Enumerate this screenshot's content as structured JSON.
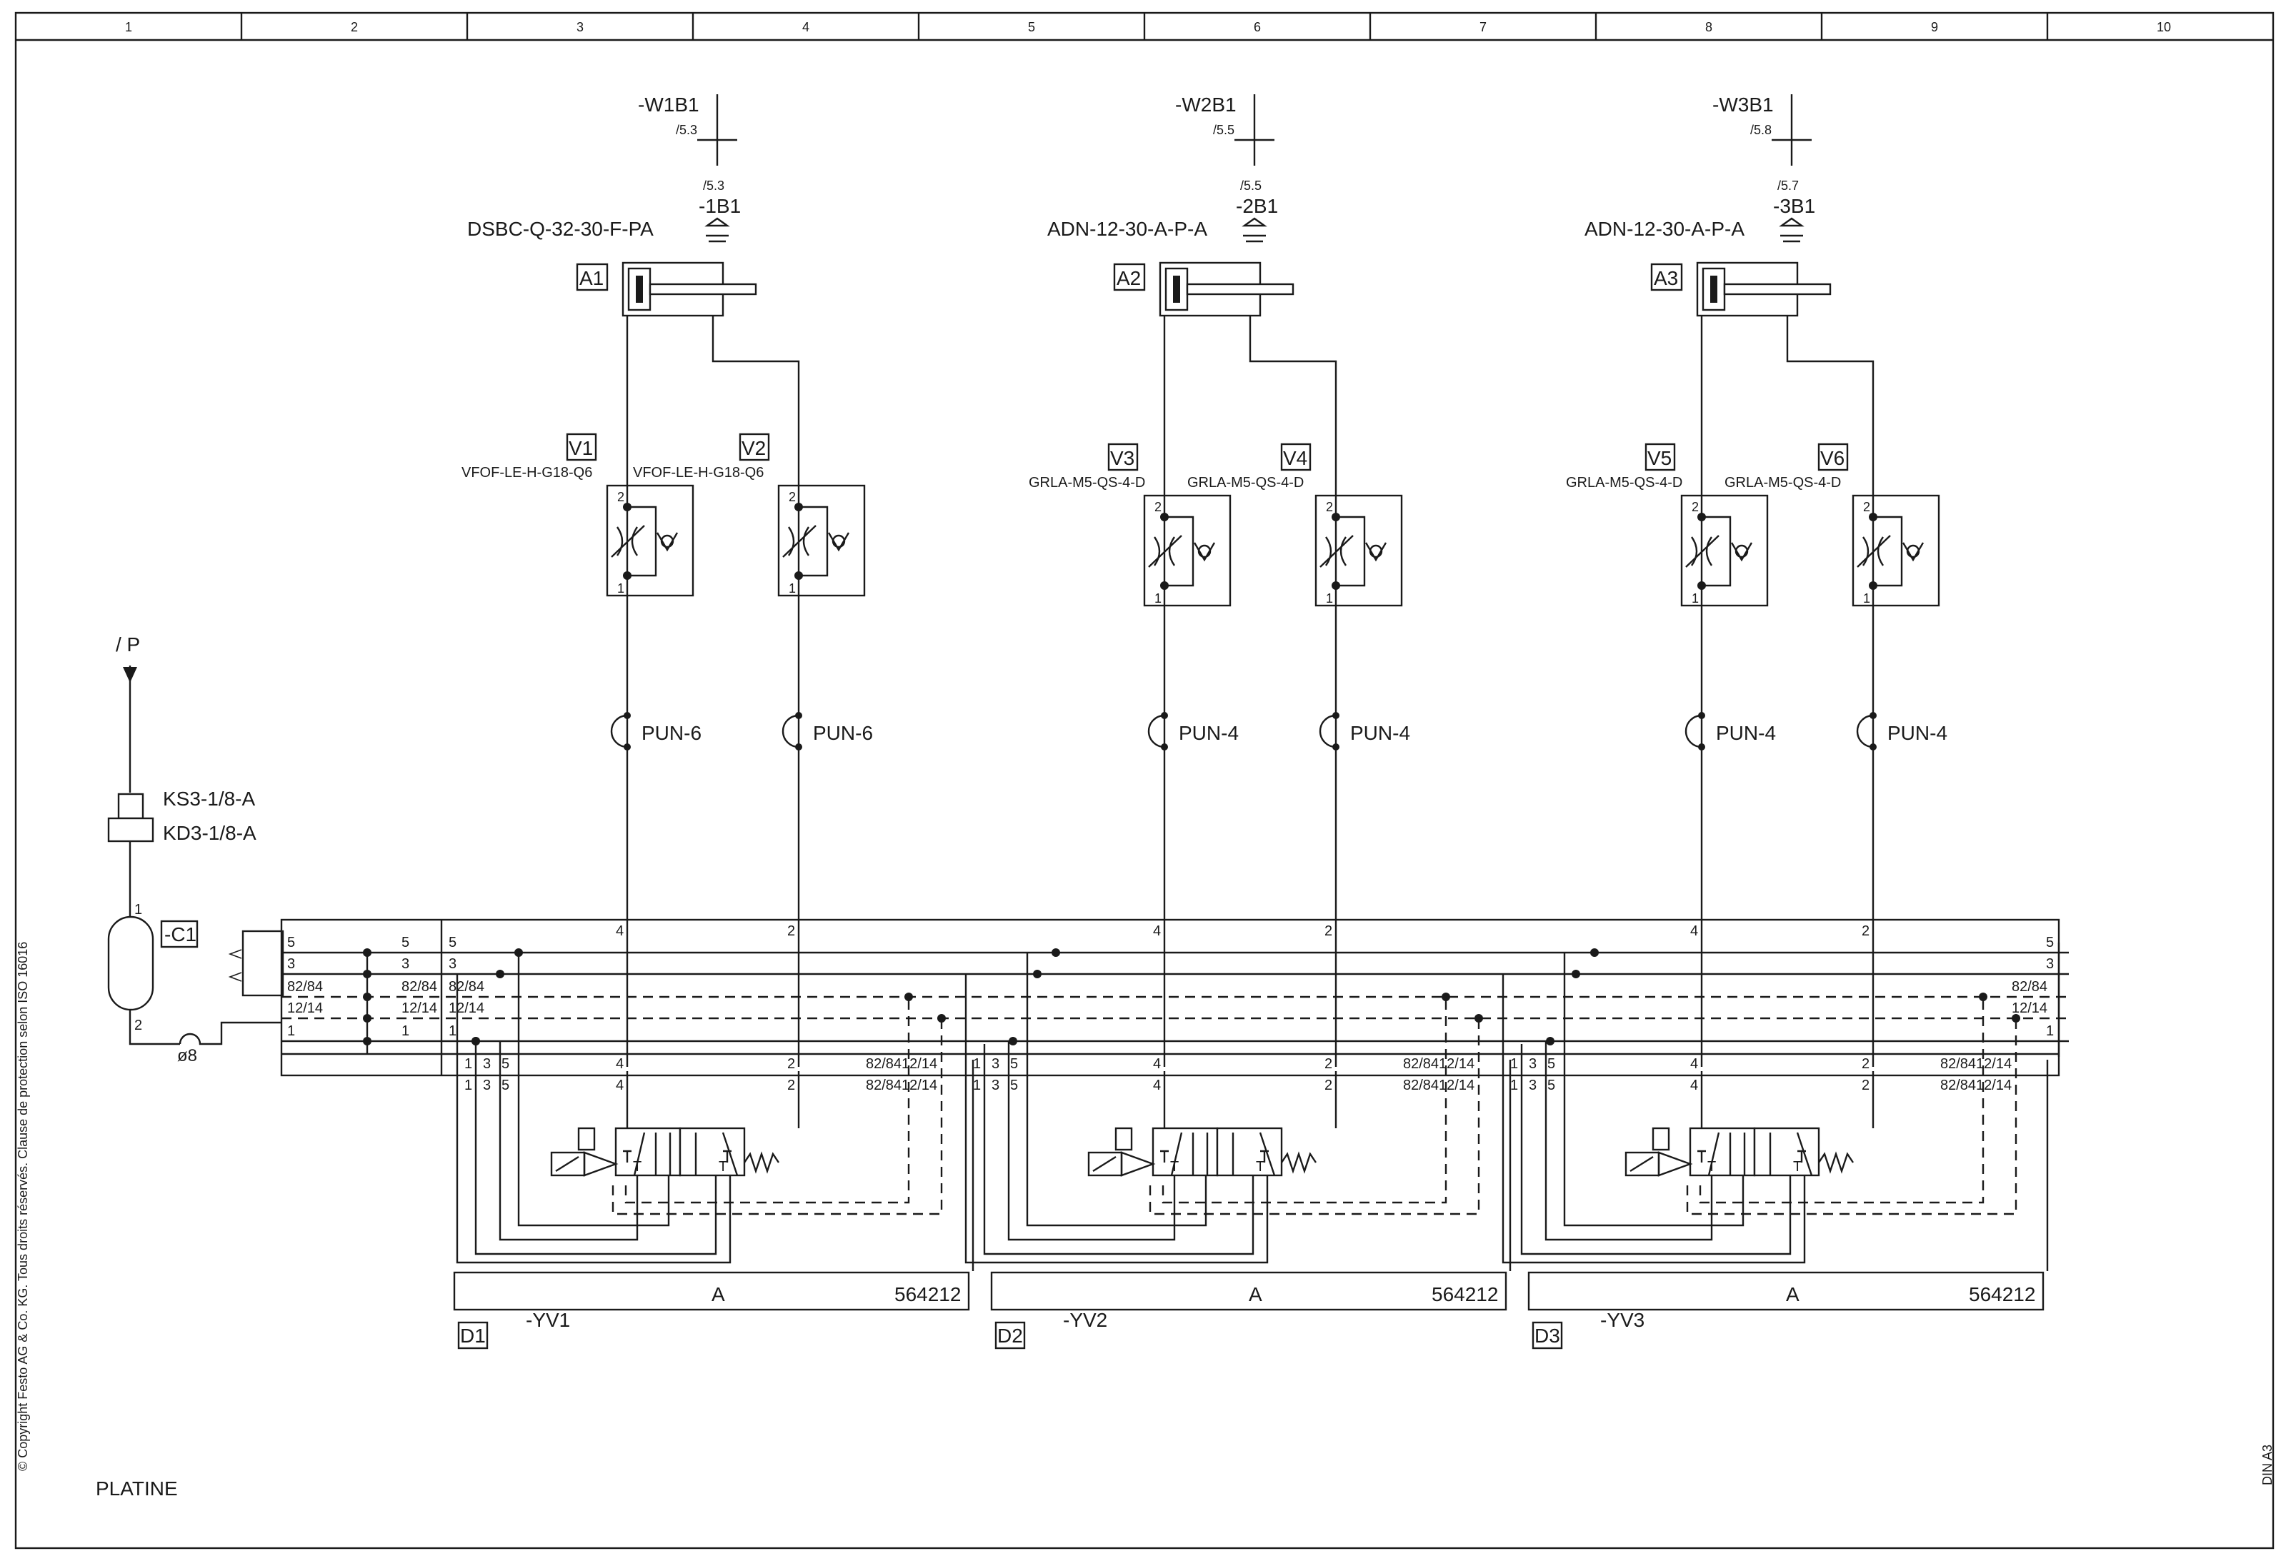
{
  "border": {
    "columns": [
      "1",
      "2",
      "3",
      "4",
      "5",
      "6",
      "7",
      "8",
      "9",
      "10"
    ]
  },
  "copyright": "© Copyright Festo AG & Co. KG. Tous droits réservés. Clause de protection selon ISO 16016",
  "format": "DIN A3",
  "title": "PLATINE",
  "supply": {
    "pressure_label": "/ P",
    "silencer_labels": [
      "KS3-1/8-A",
      "KD3-1/8-A"
    ],
    "reservoir_tag": "-C1",
    "tube_label": "ø8",
    "port_in": "1",
    "port_out": "2"
  },
  "actuators": [
    {
      "tag": "A1",
      "model": "DSBC-Q-32-30-F-PA",
      "sensor_tag": "-1B1",
      "sensor_ref": "/5.3",
      "cable_tag": "-W1B1",
      "cable_ref": "/5.3",
      "valves": [
        {
          "tag": "V1",
          "model": "VFOF-LE-H-G18-Q6"
        },
        {
          "tag": "V2",
          "model": "VFOF-LE-H-G18-Q6"
        }
      ],
      "tubes": [
        "PUN-6",
        "PUN-6"
      ],
      "dist": {
        "tag": "D1",
        "coil": "-YV1",
        "label": "A",
        "number": "564212"
      }
    },
    {
      "tag": "A2",
      "model": "ADN-12-30-A-P-A",
      "sensor_tag": "-2B1",
      "sensor_ref": "/5.5",
      "cable_tag": "-W2B1",
      "cable_ref": "/5.5",
      "valves": [
        {
          "tag": "V3",
          "model": "GRLA-M5-QS-4-D"
        },
        {
          "tag": "V4",
          "model": "GRLA-M5-QS-4-D"
        }
      ],
      "tubes": [
        "PUN-4",
        "PUN-4"
      ],
      "dist": {
        "tag": "D2",
        "coil": "-YV2",
        "label": "A",
        "number": "564212"
      }
    },
    {
      "tag": "A3",
      "model": "ADN-12-30-A-P-A",
      "sensor_tag": "-3B1",
      "sensor_ref": "/5.7",
      "cable_tag": "-W3B1",
      "cable_ref": "/5.8",
      "valves": [
        {
          "tag": "V5",
          "model": "GRLA-M5-QS-4-D"
        },
        {
          "tag": "V6",
          "model": "GRLA-M5-QS-4-D"
        }
      ],
      "tubes": [
        "PUN-4",
        "PUN-4"
      ],
      "dist": {
        "tag": "D3",
        "coil": "-YV3",
        "label": "A",
        "number": "564212"
      }
    }
  ],
  "manifold": {
    "left_ports": [
      "5",
      "3",
      "82/84",
      "12/14",
      "1"
    ],
    "right_ports": [
      "5",
      "3",
      "82/84",
      "12/14",
      "1"
    ],
    "work_ports": [
      "4",
      "2"
    ],
    "pilot_ports": "82/8412/14",
    "valve_ports": [
      "1",
      "3",
      "5"
    ],
    "valve_port_labels": [
      "T",
      "T"
    ]
  }
}
